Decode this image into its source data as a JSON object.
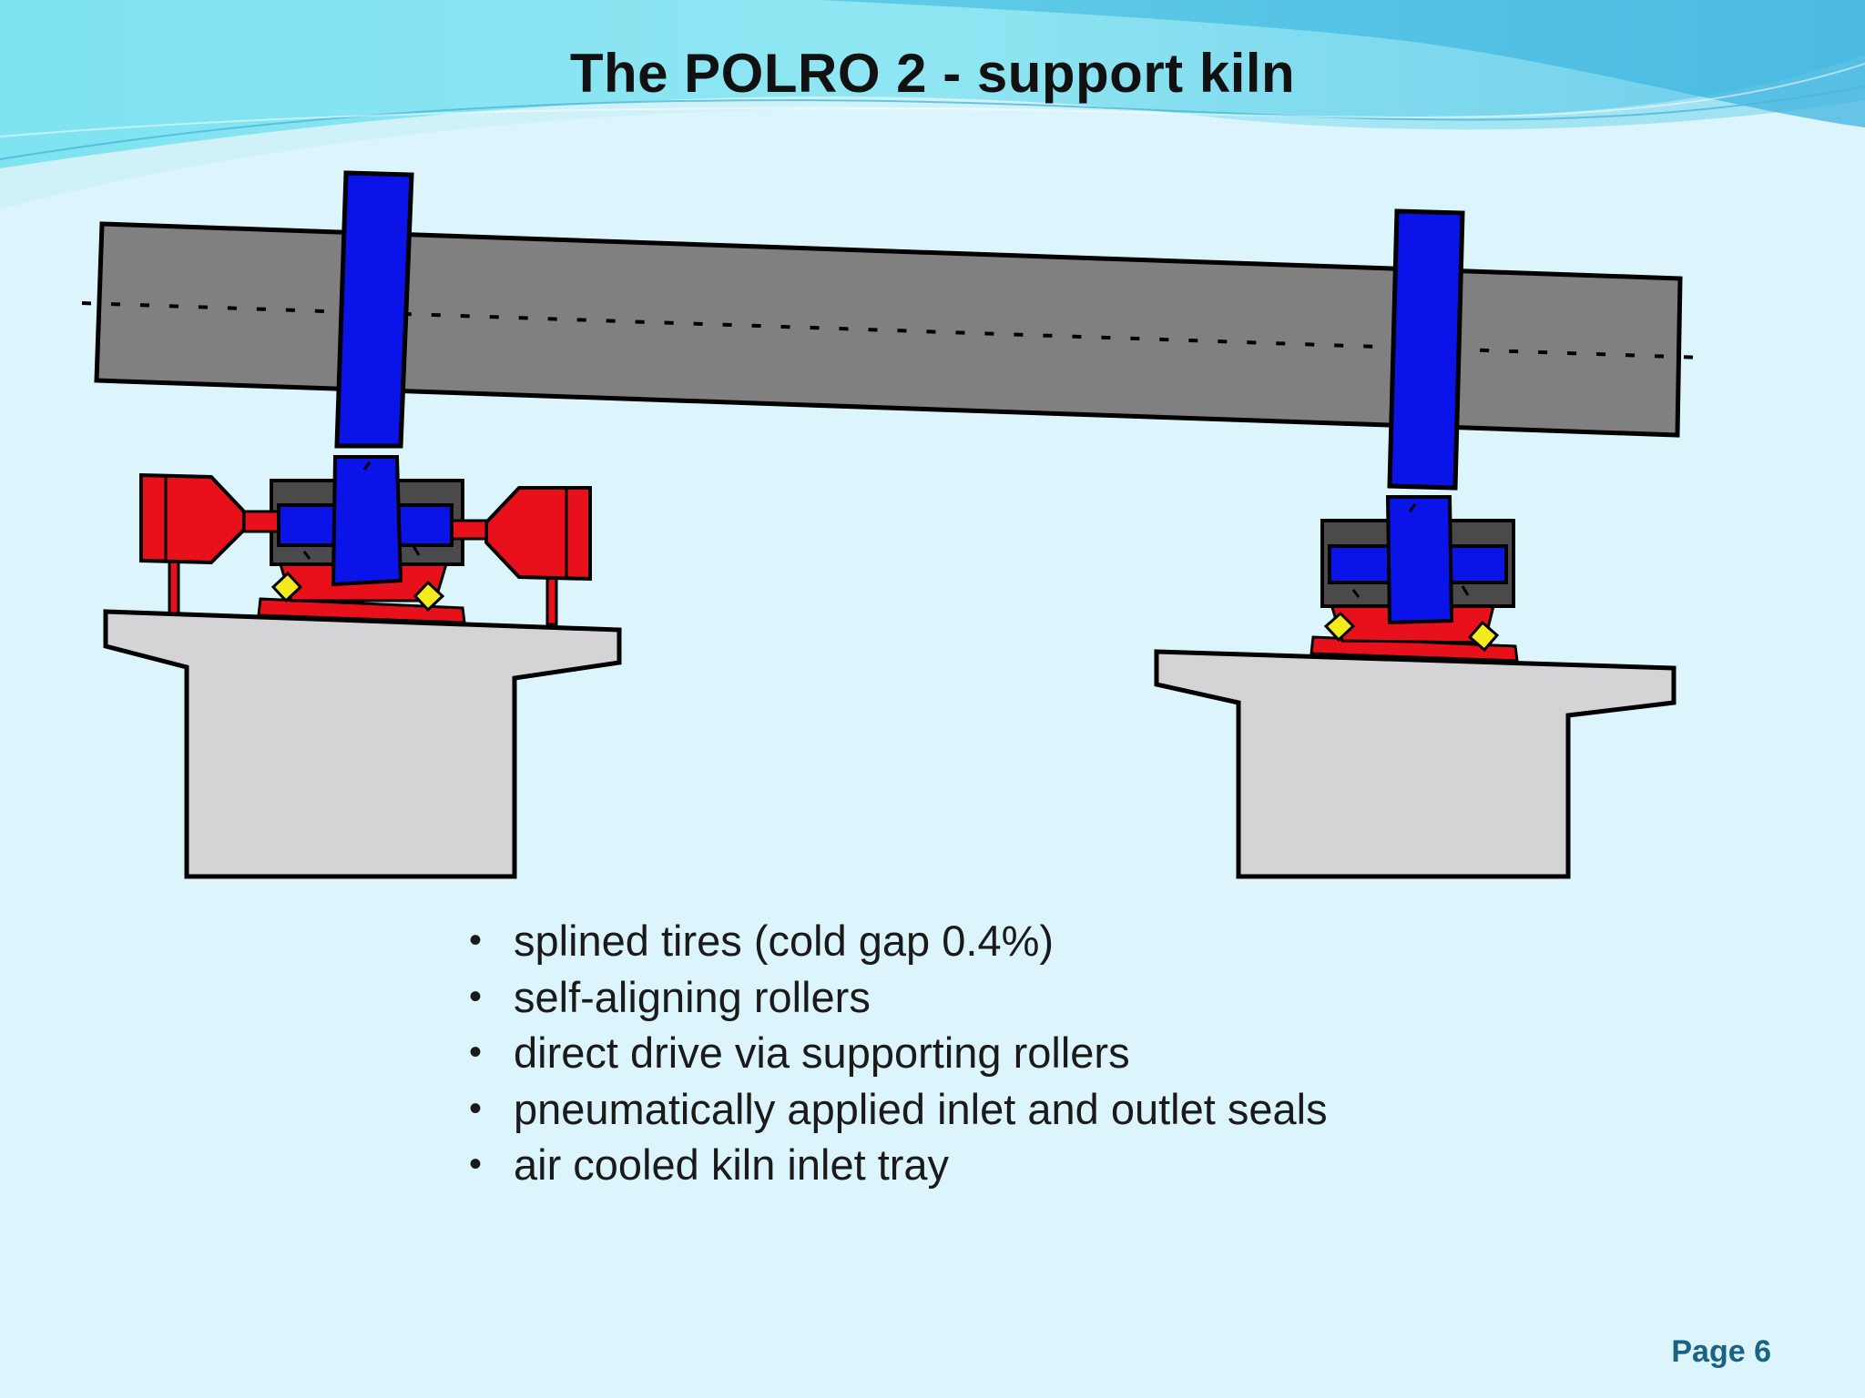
{
  "slide": {
    "title": "The POLRO 2 - support kiln",
    "bullets": [
      "splined tires (cold gap 0.4%)",
      "self-aligning rollers",
      "direct drive via supporting rollers",
      "pneumatically applied inlet and outlet seals",
      "air cooled kiln inlet tray"
    ],
    "bullet_symbol": "•",
    "page_label": "Page 6"
  },
  "colors": {
    "background": "#dcf4fb",
    "header_wave": "#5ccde6",
    "kiln_shell": "#808080",
    "tire": "#0a14e8",
    "drive_motor": "#e8101a",
    "roller_frame": "#4a4a4a",
    "pier": "#d4d3d6",
    "pad": "#f5ea1e",
    "page_number": "#1b6383"
  }
}
